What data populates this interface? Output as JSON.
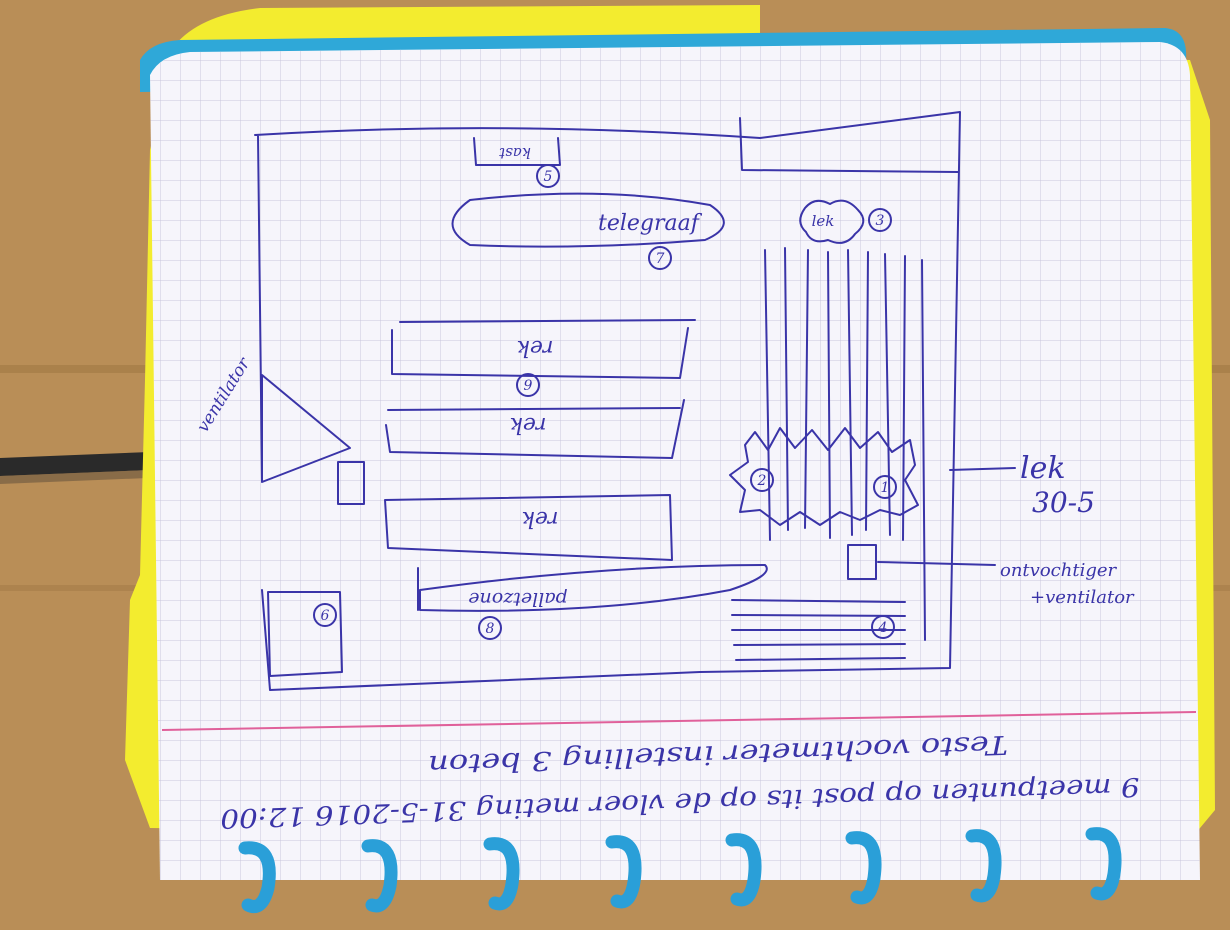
{
  "colors": {
    "table": "#b98e57",
    "table_dark": "#9c7440",
    "yellow_folder": "#f3ec2f",
    "paper": "#f6f5fb",
    "grid": "#c9c7dc",
    "cover_edge": "#2fa8d8",
    "ink": "#3a34a8",
    "margin_line": "#e0609a",
    "rings": "#2a9fd8",
    "pen": "#2a2a2a"
  },
  "sketch": {
    "labels": {
      "kast": "kast",
      "telegraaf": "telegraaf",
      "lek_small": "lek",
      "rek_1": "rek",
      "rek_2": "rek",
      "rek_3": "rek",
      "palletzone": "palletzone",
      "ventilator": "ventilator",
      "lek_callout": "lek",
      "lek_date": "30-5",
      "ontvochtiger_1": "ontvochtiger",
      "ontvochtiger_2": "+ventilator"
    },
    "markers": [
      "1",
      "2",
      "3",
      "4",
      "5",
      "6",
      "7",
      "8",
      "9"
    ]
  },
  "footer": {
    "line1": "9 meetpunten op post its op de vloer  meting  31-5-2016  12:00",
    "line2": "Testo vochtmeter instelling 3 beton"
  }
}
